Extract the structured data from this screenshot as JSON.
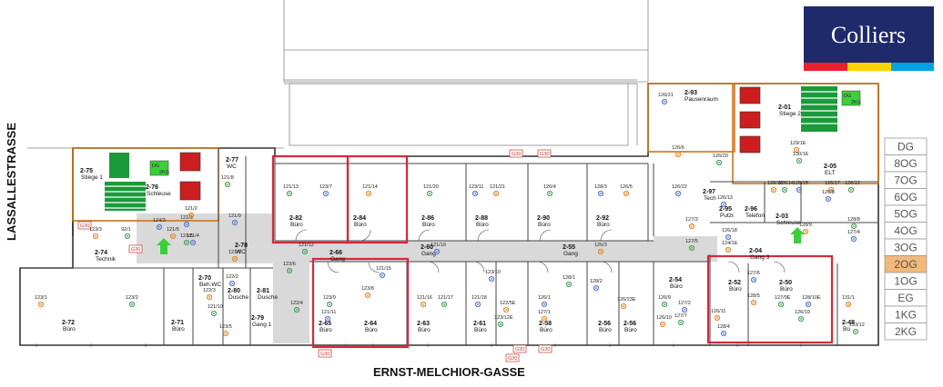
{
  "brand": {
    "name": "Colliers",
    "color": "#1f2a6b",
    "stripe": [
      "#e8212e",
      "#ffd200",
      "#00a3e0"
    ]
  },
  "streets": {
    "west": "LASSALLESTRASSE",
    "south": "ERNST-MELCHIOR-GASSE"
  },
  "floors": {
    "items": [
      "DG",
      "8OG",
      "7OG",
      "6OG",
      "5OG",
      "4OG",
      "3OG",
      "2OG",
      "1OG",
      "EG",
      "1KG",
      "2KG"
    ],
    "active": "2OG"
  },
  "fire_marks": [
    "G30",
    "G30",
    "G30",
    "G30",
    "G30",
    "G30",
    "G30",
    "G30"
  ],
  "rooms": [
    {
      "name": "2-75",
      "type": "Stiege 1"
    },
    {
      "name": "2-76",
      "type": "Schleuse"
    },
    {
      "name": "2-74",
      "type": "Technik"
    },
    {
      "name": "2-77",
      "type": "WC"
    },
    {
      "name": "2-78",
      "type": "WC"
    },
    {
      "name": "2-70",
      "type": "Beh.WC"
    },
    {
      "name": "2-80",
      "type": "Dusche"
    },
    {
      "name": "2-81",
      "type": "Dusche"
    },
    {
      "name": "2-79",
      "type": "Gang 1"
    },
    {
      "name": "2-72",
      "type": "Büro"
    },
    {
      "name": "2-71",
      "type": "Büro"
    },
    {
      "name": "2-82",
      "type": "Büro"
    },
    {
      "name": "2-84",
      "type": "Büro"
    },
    {
      "name": "2-86",
      "type": "Büro"
    },
    {
      "name": "2-88",
      "type": "Büro"
    },
    {
      "name": "2-90",
      "type": "Büro"
    },
    {
      "name": "2-92",
      "type": "Büro"
    },
    {
      "name": "2-66",
      "type": "Gang"
    },
    {
      "name": "2-60",
      "type": "Gang"
    },
    {
      "name": "2-55",
      "type": "Gang"
    },
    {
      "name": "2-65",
      "type": "Büro"
    },
    {
      "name": "2-64",
      "type": "Büro"
    },
    {
      "name": "2-63",
      "type": "Büro"
    },
    {
      "name": "2-61",
      "type": "Büro"
    },
    {
      "name": "2-58",
      "type": "Büro"
    },
    {
      "name": "2-56",
      "type": "Büro"
    },
    {
      "name": "2-56",
      "type": "Büro"
    },
    {
      "name": "2-54",
      "type": "Büro"
    },
    {
      "name": "2-52",
      "type": "Büro"
    },
    {
      "name": "2-50",
      "type": "Büro"
    },
    {
      "name": "2-48",
      "type": "Bü"
    },
    {
      "name": "2-93",
      "type": "Pausenraum"
    },
    {
      "name": "2-01",
      "type": "Stiege 2"
    },
    {
      "name": "2-05",
      "type": "ELT"
    },
    {
      "name": "2-95",
      "type": "Putzr."
    },
    {
      "name": "2-96",
      "type": "Telefon"
    },
    {
      "name": "2-03",
      "type": "Schleuse"
    },
    {
      "name": "2-04",
      "type": "Gang 3"
    },
    {
      "name": "2-97",
      "type": "Tech"
    }
  ],
  "sensors": [
    "123/3",
    "92/1",
    "124/3",
    "121/6",
    "121/5",
    "121/3",
    "121/2",
    "121/8",
    "121/9",
    "121/1",
    "121/13",
    "123/7",
    "121/14",
    "121/20",
    "123/11",
    "121/21",
    "126/4",
    "128/3",
    "126/5",
    "121/12",
    "121/19",
    "126/3",
    "123/6",
    "121/15",
    "123/8",
    "123/9",
    "123/10",
    "123/1",
    "123/2",
    "121/4",
    "122/3",
    "121/10",
    "122/2",
    "123/5",
    "122/4",
    "121/11",
    "121/16",
    "121/17",
    "121/18",
    "122/5E",
    "123/12E",
    "126/1",
    "127/1",
    "128/1",
    "128/2",
    "126/23E",
    "126/9",
    "127/2",
    "126/10",
    "127/7",
    "127/6",
    "128/5",
    "127/9E",
    "128/10E",
    "126/11",
    "126/19",
    "128/4",
    "131/1",
    "133/12",
    "126/21",
    "126/6",
    "126/20",
    "126/22",
    "129/1E",
    "130/1E",
    "126/13",
    "126/16",
    "126/14",
    "126/15",
    "126/17",
    "126/12",
    "126/8",
    "127/3",
    "127/5",
    "126/18",
    "128/9",
    "128/8",
    "127/4",
    "124/1E"
  ],
  "door_signs": [
    "DG",
    "2KG",
    "DG",
    "2KG"
  ]
}
